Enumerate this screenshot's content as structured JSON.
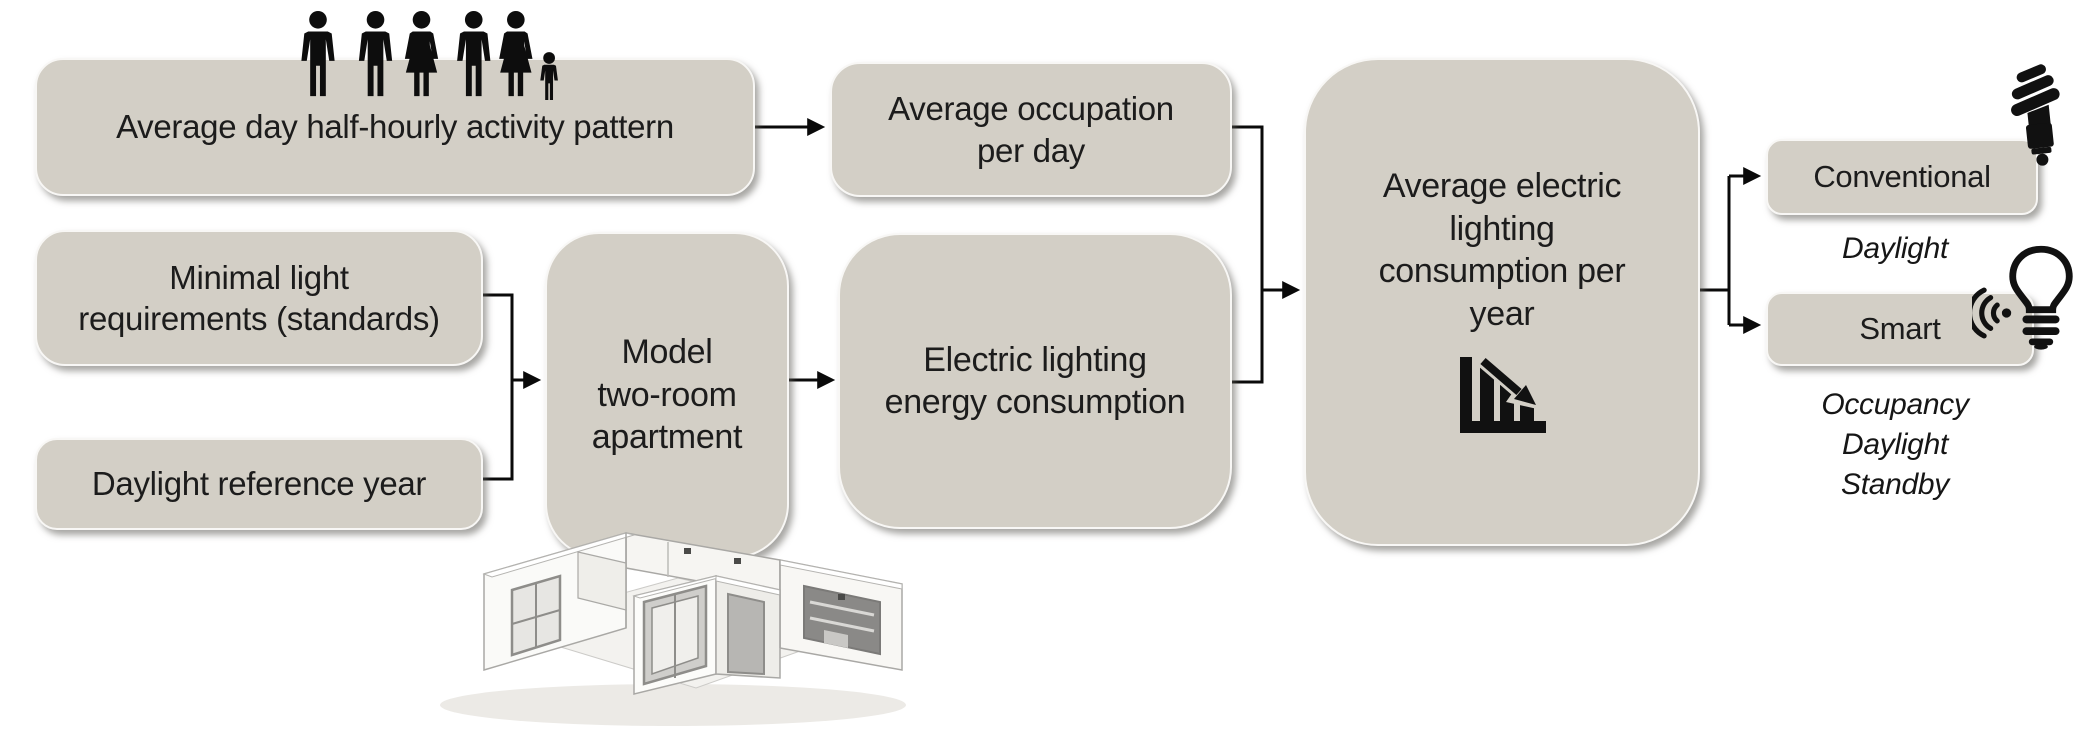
{
  "diagram": {
    "kind": "process flow diagram",
    "colors": {
      "background": "#ffffff",
      "box_fill": "#d3cfc6",
      "box_edge": "#f8f7f5",
      "text": "#1c1c1c",
      "connector": "#0a0a0a",
      "icon": "#111111"
    },
    "nodes": {
      "activity_pattern": {
        "label": "Average day half-hourly activity pattern"
      },
      "occupation_per_day": {
        "label": "Average occupation\nper day"
      },
      "minimal_light": {
        "label": "Minimal light\nrequirements (standards)"
      },
      "daylight_reference": {
        "label": "Daylight reference year"
      },
      "model_apartment": {
        "label": "Model\ntwo-room\napartment"
      },
      "electric_lighting": {
        "label": "Electric lighting\nenergy consumption"
      },
      "average_consumption": {
        "label": "Average electric\nlighting\nconsumption per\nyear"
      },
      "conventional": {
        "label": "Conventional"
      },
      "smart": {
        "label": "Smart"
      }
    },
    "annotations": {
      "conventional_mode": "Daylight",
      "smart_modes": [
        "Occupancy",
        "Daylight",
        "Standby"
      ]
    },
    "icons": {
      "people_group": "household-occupants (single man, couple, family with child)",
      "cfl_bulb": "compact-fluorescent-bulb",
      "smart_bulb": "light-bulb-with-wireless-signal",
      "declining_bar_chart": "bar-chart-decreasing-with-arrow",
      "apartment_model": "3d-two-room-apartment-model"
    }
  }
}
